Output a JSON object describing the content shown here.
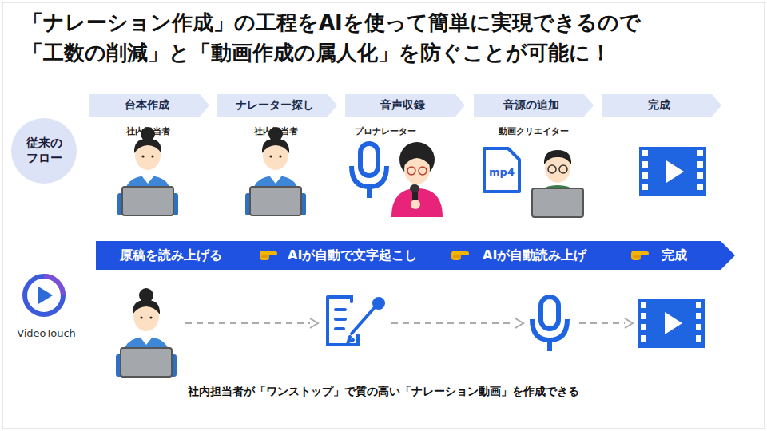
{
  "diagram": {
    "title": "「ナレーション作成」の工程をAIを使って簡単に実現できるので 「工数の削減」と「動画作成の属人化」を防ぐことが可能に！",
    "caption": "社内担当者が「ワンストップ」で質の高い「ナレーション動画」を作成できる",
    "nodes": [
      {
        "text": [
          "台本作成"
        ]
      },
      {
        "text": [
          "ナレーター探し"
        ]
      },
      {
        "text": [
          "音声収録"
        ]
      },
      {
        "text": [
          "音源の追加"
        ]
      },
      {
        "text": [
          "完成"
        ]
      },
      {
        "text": [
          "従来のフロー"
        ]
      },
      {
        "text": [
          "原稿を読み上げる",
          "AIが自動で文字起こし",
          "AIが自動読み上げ",
          "完成"
        ]
      }
    ],
    "labels": [
      "社内担当者",
      "社内担当者",
      "プロナレーター",
      "動画クリエイター",
      "mp4",
      "VideoTouch"
    ]
  }
}
